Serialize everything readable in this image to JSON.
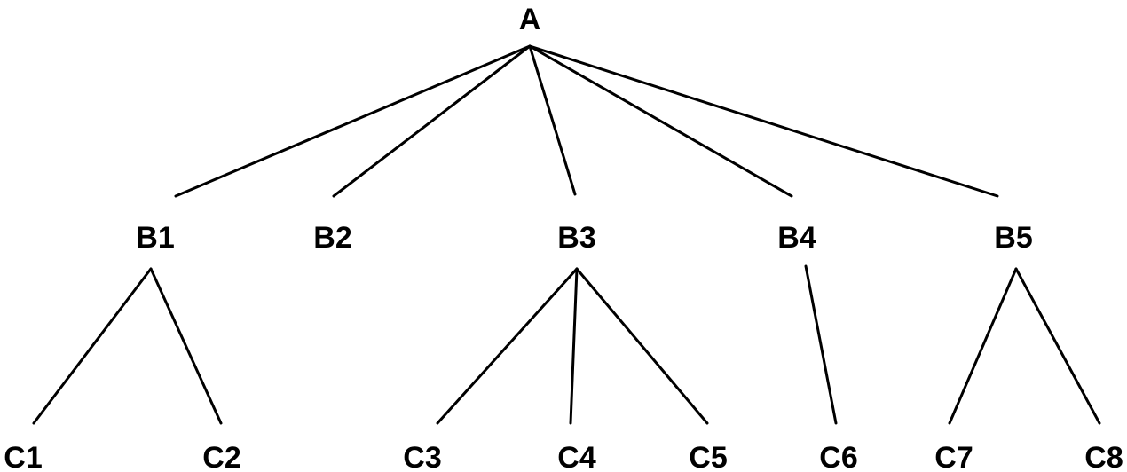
{
  "colors": {
    "background": "#ffffff",
    "ink": "#000000"
  },
  "tree": {
    "root": {
      "id": "A",
      "label": "A"
    },
    "level_b": [
      {
        "id": "B1",
        "label": "B1"
      },
      {
        "id": "B2",
        "label": "B2"
      },
      {
        "id": "B3",
        "label": "B3"
      },
      {
        "id": "B4",
        "label": "B4"
      },
      {
        "id": "B5",
        "label": "B5"
      }
    ],
    "level_c": [
      {
        "id": "C1",
        "label": "C1"
      },
      {
        "id": "C2",
        "label": "C2"
      },
      {
        "id": "C3",
        "label": "C3"
      },
      {
        "id": "C4",
        "label": "C4"
      },
      {
        "id": "C5",
        "label": "C5"
      },
      {
        "id": "C6",
        "label": "C6"
      },
      {
        "id": "C7",
        "label": "C7"
      },
      {
        "id": "C8",
        "label": "C8"
      }
    ],
    "edges": [
      {
        "from": "A",
        "to": "B1"
      },
      {
        "from": "A",
        "to": "B2"
      },
      {
        "from": "A",
        "to": "B3"
      },
      {
        "from": "A",
        "to": "B4"
      },
      {
        "from": "A",
        "to": "B5"
      },
      {
        "from": "B1",
        "to": "C1"
      },
      {
        "from": "B1",
        "to": "C2"
      },
      {
        "from": "B3",
        "to": "C3"
      },
      {
        "from": "B3",
        "to": "C4"
      },
      {
        "from": "B3",
        "to": "C5"
      },
      {
        "from": "B4",
        "to": "C6"
      },
      {
        "from": "B5",
        "to": "C7"
      },
      {
        "from": "B5",
        "to": "C8"
      }
    ]
  }
}
